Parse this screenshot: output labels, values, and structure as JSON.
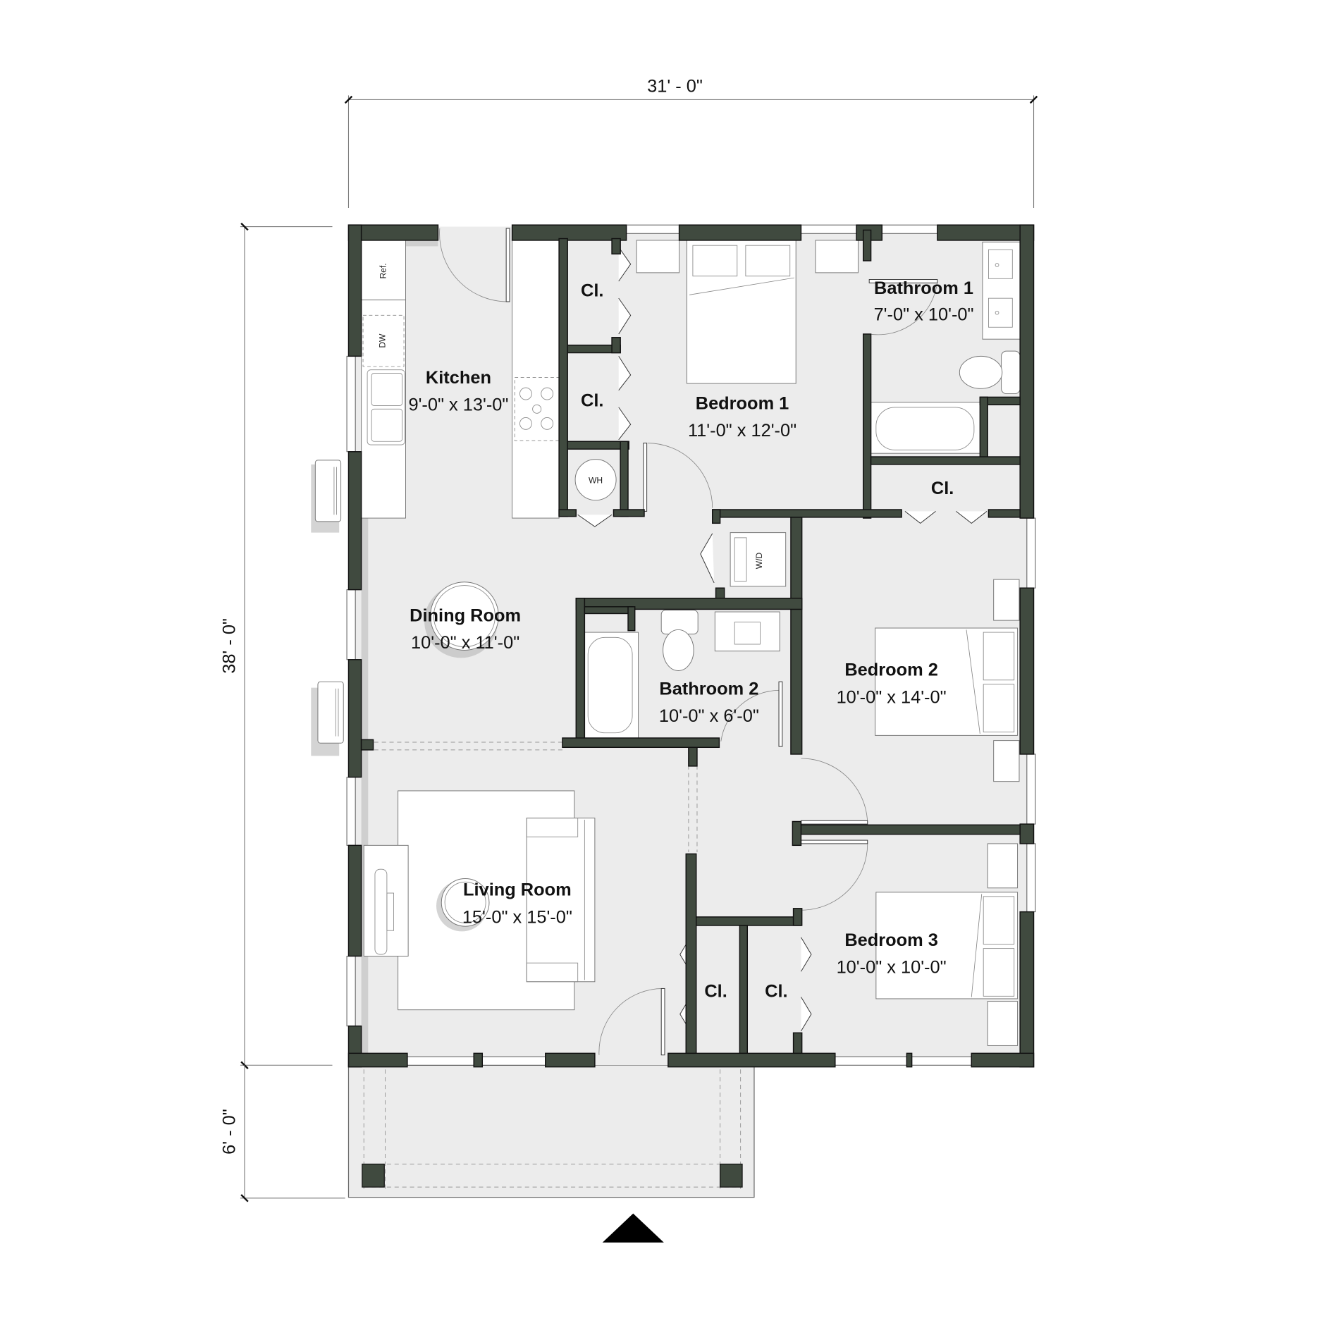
{
  "plan": {
    "colors": {
      "wall": "#404a3f",
      "floor": "#ececec",
      "fixture": "#ffffff",
      "outline": "#111111"
    },
    "dimensions": {
      "overall_width": "31' - 0\"",
      "overall_depth": "38' - 0\"",
      "porch_depth": "6' - 0\""
    },
    "rooms": {
      "kitchen": {
        "name": "Kitchen",
        "size": "9'-0\" x 13'-0\""
      },
      "bedroom1": {
        "name": "Bedroom 1",
        "size": "11'-0\" x 12'-0\""
      },
      "bathroom1": {
        "name": "Bathroom 1",
        "size": "7'-0\" x 10'-0\""
      },
      "dining": {
        "name": "Dining Room",
        "size": "10'-0\" x 11'-0\""
      },
      "bathroom2": {
        "name": "Bathroom 2",
        "size": "10'-0\" x 6'-0\""
      },
      "bedroom2": {
        "name": "Bedroom 2",
        "size": "10'-0\" x 14'-0\""
      },
      "living": {
        "name": "Living Room",
        "size": "15'-0\" x 15'-0\""
      },
      "bedroom3": {
        "name": "Bedroom 3",
        "size": "10'-0\" x 10'-0\""
      }
    },
    "closets": {
      "bed1_upper": "Cl.",
      "bed1_lower": "Cl.",
      "hall_top_right": "Cl.",
      "hall_bottom_left": "Cl.",
      "bed3": "Cl."
    },
    "appliances": {
      "refrigerator": "Ref.",
      "dishwasher": "DW",
      "water_heater": "WH",
      "washer_dryer": "W/D"
    },
    "north_arrow": "north-arrow"
  }
}
